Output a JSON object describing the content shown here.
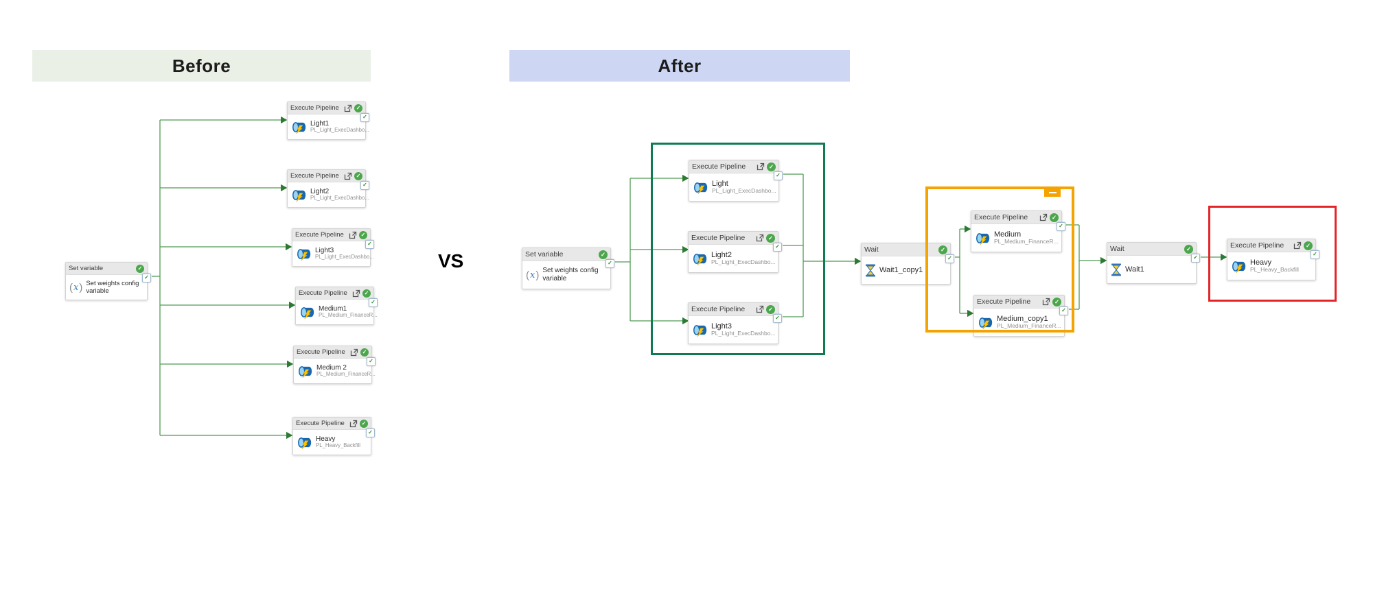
{
  "page": {
    "before_title": "Before",
    "after_title": "After",
    "vs_label": "VS"
  },
  "icons": {
    "check_glyph": "✓",
    "paren_open": "(",
    "var_x": "x",
    "paren_close": ")"
  },
  "colors": {
    "before_header_bg": "#eaf0e6",
    "after_header_bg": "#cdd7f3",
    "success": "#4ca64c",
    "connector": "#4e9b52",
    "connector_arrow": "#2d7a34",
    "group_light": "#0f7b52",
    "group_medium": "#f5a300",
    "group_heavy": "#e42527"
  },
  "before": {
    "set_variable": {
      "type_label": "Set variable",
      "name": "Set weights config variable"
    },
    "activities": [
      {
        "type_label": "Execute Pipeline",
        "name": "Light1",
        "pipeline": "PL_Light_ExecDashbo..."
      },
      {
        "type_label": "Execute Pipeline",
        "name": "Light2",
        "pipeline": "PL_Light_ExecDashbo..."
      },
      {
        "type_label": "Execute Pipeline",
        "name": "Light3",
        "pipeline": "PL_Light_ExecDashbo..."
      },
      {
        "type_label": "Execute Pipeline",
        "name": "Medium1",
        "pipeline": "PL_Medium_FinanceR..."
      },
      {
        "type_label": "Execute Pipeline",
        "name": "Medium 2",
        "pipeline": "PL_Medium_FinanceR..."
      },
      {
        "type_label": "Execute Pipeline",
        "name": "Heavy",
        "pipeline": "PL_Heavy_Backfill"
      }
    ]
  },
  "after": {
    "set_variable": {
      "type_label": "Set variable",
      "name": "Set weights config variable"
    },
    "light_group": [
      {
        "type_label": "Execute Pipeline",
        "name": "Light",
        "pipeline": "PL_Light_ExecDashbo..."
      },
      {
        "type_label": "Execute Pipeline",
        "name": "Light2",
        "pipeline": "PL_Light_ExecDashbo..."
      },
      {
        "type_label": "Execute Pipeline",
        "name": "Light3",
        "pipeline": "PL_Light_ExecDashbo..."
      }
    ],
    "wait1_copy1": {
      "type_label": "Wait",
      "name": "Wait1_copy1"
    },
    "medium_group": [
      {
        "type_label": "Execute Pipeline",
        "name": "Medium",
        "pipeline": "PL_Medium_FinanceR..."
      },
      {
        "type_label": "Execute Pipeline",
        "name": "Medium_copy1",
        "pipeline": "PL_Medium_FinanceR..."
      }
    ],
    "wait1": {
      "type_label": "Wait",
      "name": "Wait1"
    },
    "heavy": {
      "type_label": "Execute Pipeline",
      "name": "Heavy",
      "pipeline": "PL_Heavy_Backfill"
    }
  }
}
